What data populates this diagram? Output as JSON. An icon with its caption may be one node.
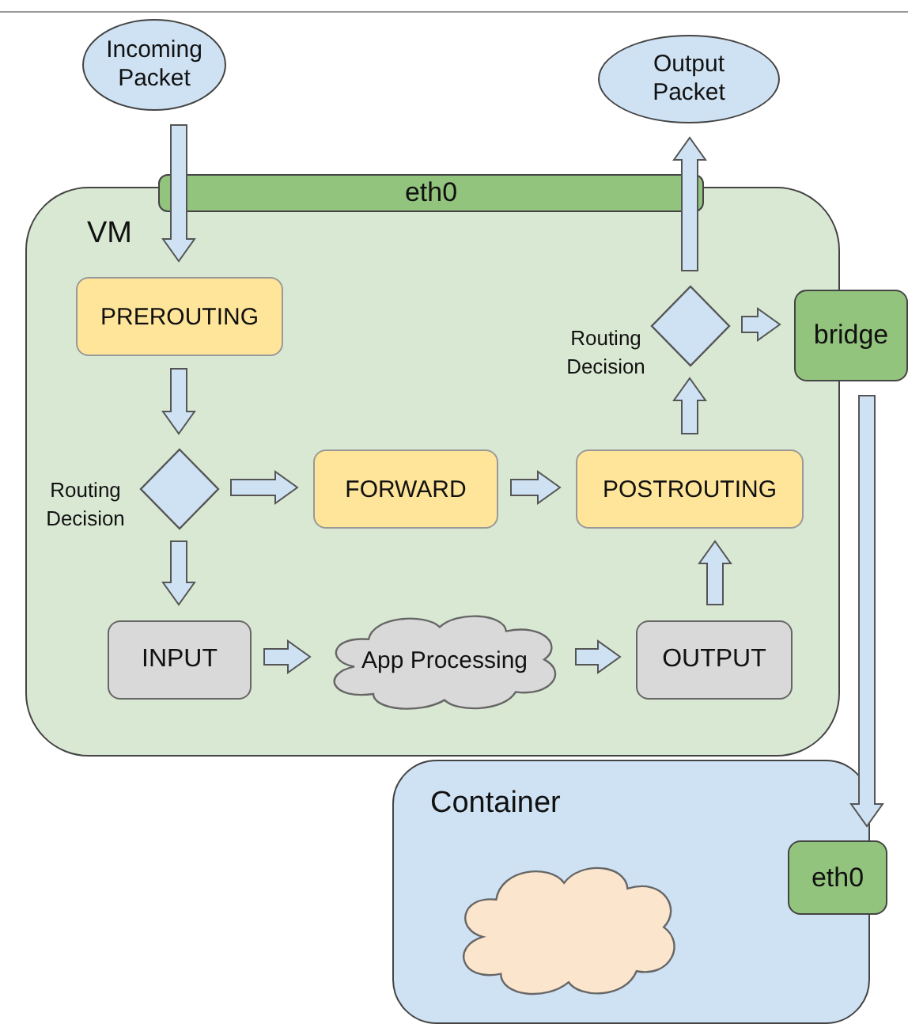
{
  "diagram": {
    "nodes": [
      {
        "text": [
          "Incoming Packet"
        ]
      },
      {
        "text": [
          "Output Packet"
        ]
      },
      {
        "text": [
          "eth0"
        ]
      },
      {
        "text": [
          "VM"
        ]
      },
      {
        "text": [
          "PREROUTING"
        ],
        "in": 3
      },
      {
        "text": [],
        "shape": "diamond",
        "in": 3,
        "beside": [
          "Routing Decision"
        ]
      },
      {
        "text": [
          "FORWARD"
        ],
        "in": 3
      },
      {
        "text": [
          "POSTROUTING"
        ],
        "in": 3
      },
      {
        "text": [],
        "shape": "diamond",
        "in": 3,
        "beside": [
          "Routing Decision"
        ]
      },
      {
        "text": [
          "INPUT"
        ],
        "in": 3
      },
      {
        "text": [
          "App Processing"
        ],
        "in": 3
      },
      {
        "text": [
          "OUTPUT"
        ],
        "in": 3
      },
      {
        "text": [
          "bridge"
        ]
      },
      {
        "text": [
          "Container"
        ]
      },
      {
        "text": [],
        "shape": "cloud",
        "in": 13
      },
      {
        "text": [
          "eth0"
        ]
      }
    ],
    "edges": [
      {
        "from": 0,
        "to": 4,
        "arrow": "to"
      },
      {
        "from": 4,
        "to": 5,
        "arrow": "to"
      },
      {
        "from": 5,
        "to": 6,
        "arrow": "to"
      },
      {
        "from": 5,
        "to": 9,
        "arrow": "to"
      },
      {
        "from": 6,
        "to": 7,
        "arrow": "to"
      },
      {
        "from": 9,
        "to": 10,
        "arrow": "to"
      },
      {
        "from": 10,
        "to": 11,
        "arrow": "to"
      },
      {
        "from": 11,
        "to": 7,
        "arrow": "to"
      },
      {
        "from": 7,
        "to": 8,
        "arrow": "to"
      },
      {
        "from": 8,
        "to": 1,
        "arrow": "to"
      },
      {
        "from": 8,
        "to": 12,
        "arrow": "to"
      },
      {
        "from": 12,
        "to": 15,
        "arrow": "to"
      }
    ]
  }
}
